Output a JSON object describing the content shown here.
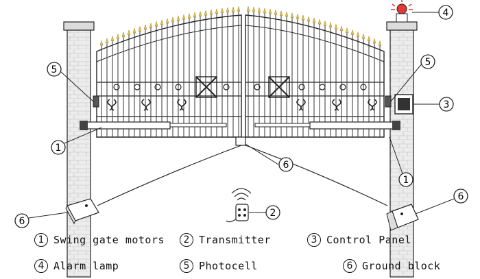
{
  "callouts": {
    "alarm_lamp": "4",
    "photocell_left": "5",
    "photocell_right": "5",
    "control_panel": "3",
    "motor_left": "1",
    "motor_right": "1",
    "ground_block_center": "6",
    "ground_block_left": "6",
    "ground_block_right": "6",
    "transmitter": "2"
  },
  "legend": [
    {
      "num": "1",
      "label": "Swing gate motors"
    },
    {
      "num": "2",
      "label": "Transmitter"
    },
    {
      "num": "3",
      "label": "Control Panel"
    },
    {
      "num": "4",
      "label": "Alarm lamp"
    },
    {
      "num": "5",
      "label": "Photocell"
    },
    {
      "num": "6",
      "label": "Ground block"
    }
  ],
  "colors": {
    "line": "#1a1a1a",
    "pillar": "#e8e8e8",
    "spear": "#e8c34a",
    "lamp": "#e53935"
  }
}
